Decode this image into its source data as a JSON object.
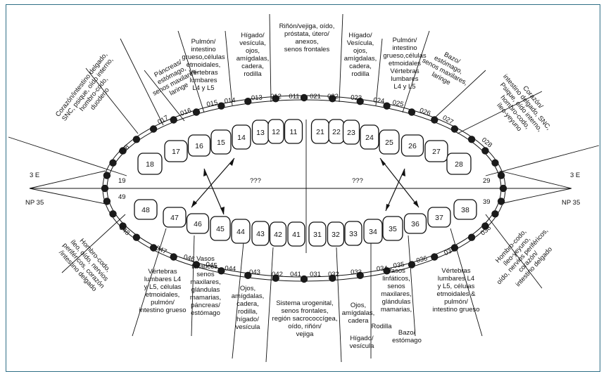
{
  "side_labels": {
    "left_top": "3 E",
    "left_bottom": "NP 35",
    "right_top": "3 E",
    "right_bottom": "NP 35"
  },
  "center_marks": {
    "left": "???",
    "right": "???"
  },
  "upper_codes": [
    "018",
    "017",
    "016",
    "015",
    "014",
    "013",
    "012",
    "011",
    "021",
    "022",
    "023",
    "024",
    "025",
    "026",
    "027",
    "028"
  ],
  "lower_codes": [
    "048",
    "047",
    "046",
    "045",
    "044",
    "043",
    "042",
    "041",
    "031",
    "032",
    "033",
    "034",
    "035",
    "036",
    "037",
    "038"
  ],
  "middle_codes": {
    "ul": "19",
    "ur": "29",
    "ll": "49",
    "lr": "39"
  },
  "upper_teeth": [
    "18",
    "17",
    "16",
    "15",
    "14",
    "13",
    "12",
    "11",
    "21",
    "22",
    "23",
    "24",
    "25",
    "26",
    "27",
    "28"
  ],
  "lower_teeth": [
    "48",
    "47",
    "46",
    "45",
    "44",
    "43",
    "42",
    "41",
    "31",
    "32",
    "33",
    "34",
    "35",
    "36",
    "37",
    "38"
  ],
  "organs": {
    "u1": [
      "Corazón/intestino delgado,",
      "SNC, psique, oído interno,",
      "hombro-codo,",
      "duodeno"
    ],
    "u2": [
      "Páncreas/",
      "estómago,",
      "senos maxilares,",
      "laringe"
    ],
    "u3": [
      "Pulmón/",
      "intestino",
      "grueso,células",
      "etmoidales,",
      "Vértebras",
      "lumbares",
      "L4 y L5"
    ],
    "u4": [
      "Hígado/",
      "vesícula,",
      "ojos,",
      "amígdalas,",
      "cadera,",
      "rodilla"
    ],
    "u5": [
      "Riñón/vejiga, oído,",
      "próstata, útero/",
      "anexos,",
      "senos frontales"
    ],
    "u6": [
      "Hígado/",
      "Vesícula,",
      "ojos,",
      "amígdalas,",
      "cadera,",
      "rodilla"
    ],
    "u7": [
      "Pulmón/",
      "intestino",
      "grueso,células",
      "etmoidales",
      "Vértebras",
      "lumbares",
      "L4 y L5"
    ],
    "u8": [
      "Bazo/",
      "estómago,",
      "senos maxilares,",
      "laringe"
    ],
    "u9": [
      "Corazón/",
      "intestino delgado, SNC,",
      "Psique, oído interno,",
      "hombro-codo,",
      "íleo-yeyuno"
    ],
    "l1": [
      "Hombro-codo,",
      "íleo, oído, nervios",
      "periféricos, corazón",
      "/intestino delgado"
    ],
    "l2": [
      "Vértebras",
      "lumbares L4",
      "y L5, células",
      "etmoidales,",
      "pulmón/",
      "intestino grueso"
    ],
    "l3": [
      "Vasos",
      "linfáticos,",
      "senos",
      "maxilares,",
      "glándulas",
      "mamarias,",
      "páncreas/",
      "estómago"
    ],
    "l4": [
      "Ojos,",
      "amígdalas,",
      "cadera,",
      "rodilla,",
      "hígado/",
      "vesícula"
    ],
    "l5": [
      "Sistema urogenital,",
      "senos frontales,",
      "región sacrococcígea,",
      "oído, riñón/",
      "vejiga"
    ],
    "l6": [
      "Ojos,",
      "amígdalas,",
      "cadera"
    ],
    "l6b": "Rodilla",
    "l6c": [
      "Hígado/",
      "vesícula"
    ],
    "l7": [
      "Vasos",
      "linfáticos,",
      "senos",
      "maxilares,",
      "glándulas",
      "mamarias,"
    ],
    "l7b": [
      "Bazo/",
      "estómago"
    ],
    "l8": [
      "Vértebras",
      "lumbares L4",
      "y L5, células",
      "etmoidales &",
      "pulmón/",
      "intestino grueso"
    ],
    "l9": [
      "Hombro-codo,",
      "íleo-yeyuno,",
      "oído, nervios periféricos,",
      "corazón/",
      "intestino delgado"
    ]
  }
}
